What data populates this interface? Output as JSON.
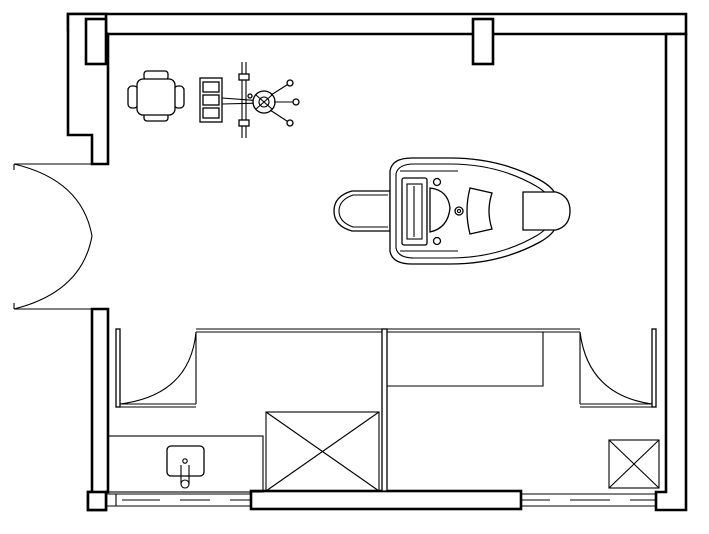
{
  "drawing": {
    "kind": "floor-plan",
    "text_labels": [],
    "colors": {
      "line": "#000000",
      "background": "#ffffff"
    }
  },
  "elements": {
    "rooms": [
      "treatment-room",
      "storage-closet-left",
      "storage-closet-right"
    ],
    "doors": [
      "entry-double-door",
      "closet-door-left",
      "closet-door-right"
    ],
    "furniture": [
      "dental-chair",
      "operator-stool",
      "cabinet-unit",
      "delivery-arm",
      "sink",
      "storage-box-large",
      "storage-box-small"
    ],
    "window_icon": "window-icon"
  }
}
